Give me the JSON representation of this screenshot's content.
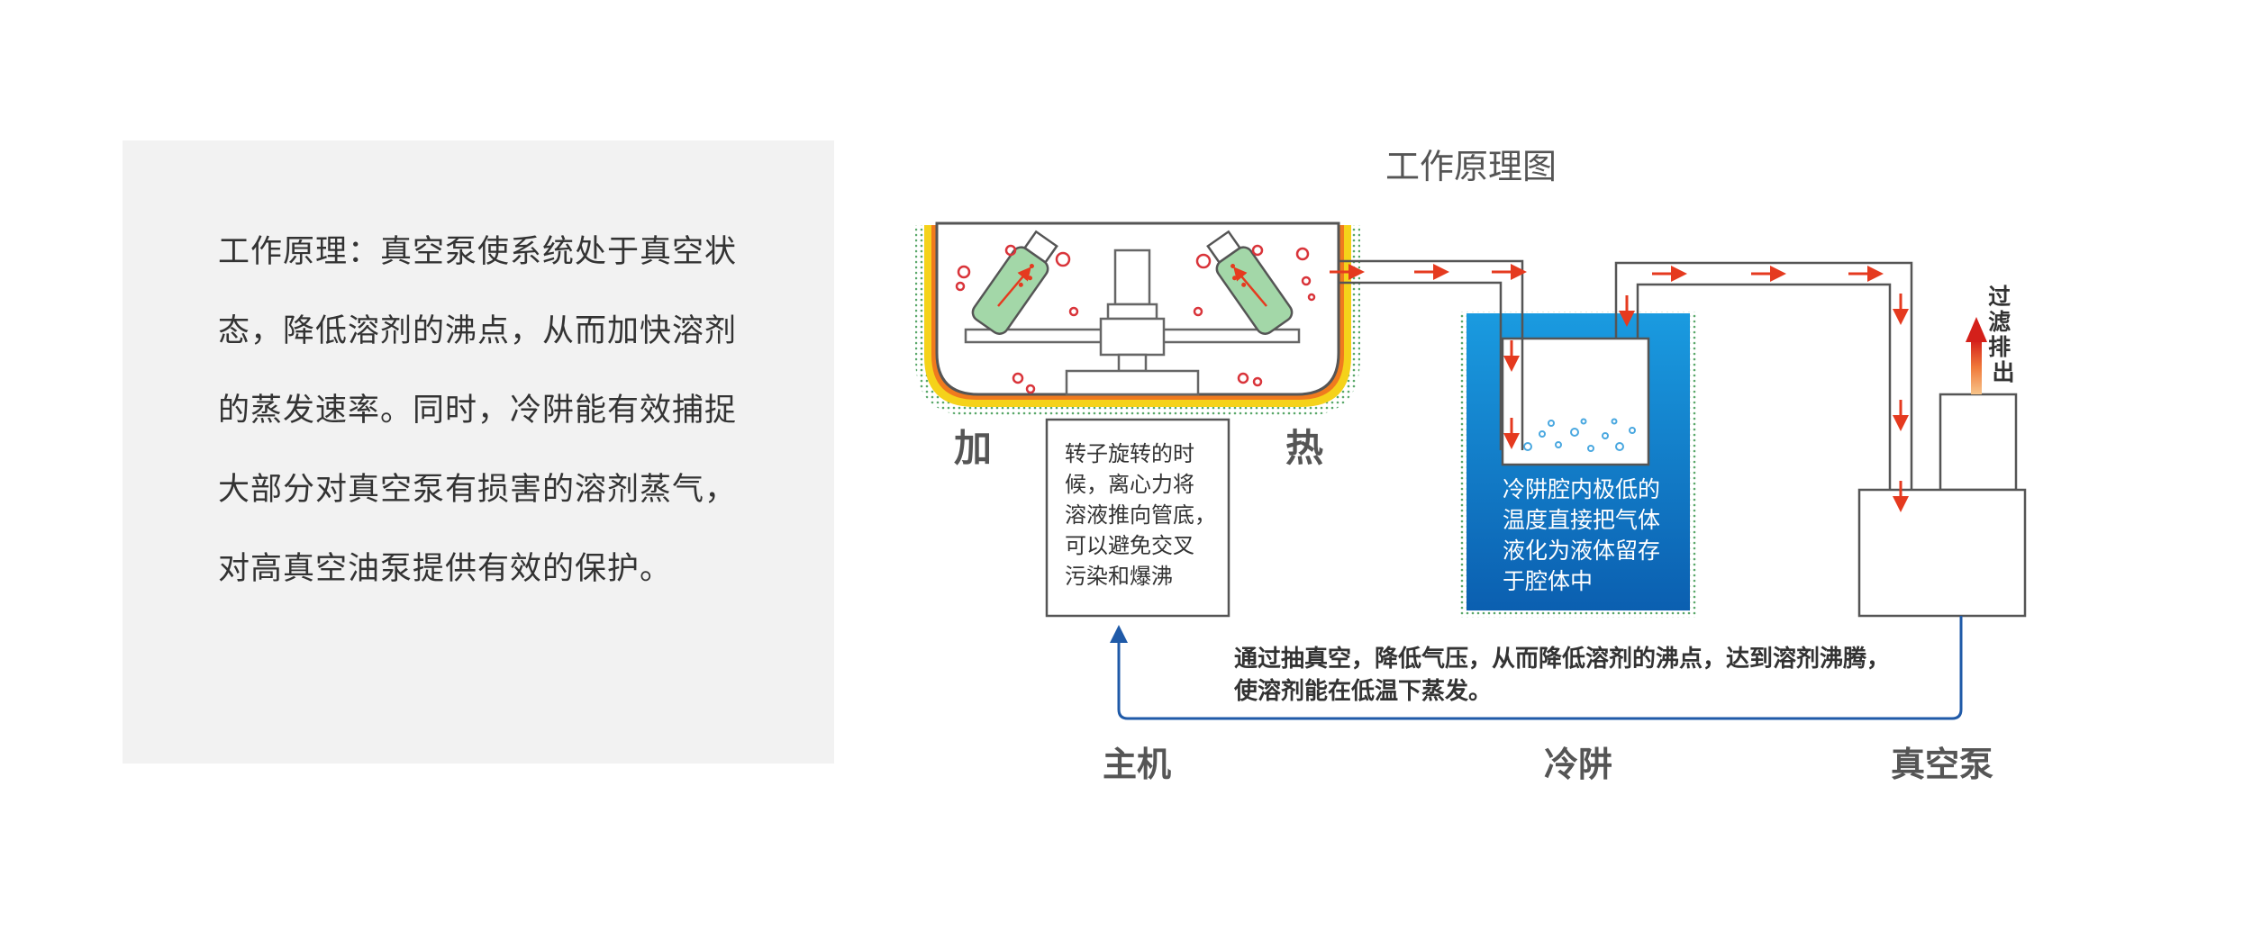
{
  "left_panel": {
    "text": "工作原理：真空泵使系统处于真空状态，降低溶剂的沸点，从而加快溶剂的蒸发速率。同时，冷阱能有效捕捉大部分对真空泵有损害的溶剂蒸气，对高真空油泵提供有效的保护。"
  },
  "diagram": {
    "title": "工作原理图",
    "heat_label_left": "加",
    "heat_label_right": "热",
    "rotor_note_lines": [
      "转子旋转的时",
      "候，离心力将",
      "溶液推向管底，",
      "可以避免交叉",
      "污染和爆沸"
    ],
    "trap_note_lines": [
      "冷阱腔内极低的",
      "温度直接把气体",
      "液化为液体留存",
      "于腔体中"
    ],
    "exhaust_label_chars": [
      "过",
      "滤",
      "排",
      "出"
    ],
    "vacuum_note_lines": [
      "通过抽真空，降低气压，从而降低溶剂的沸点，达到溶剂沸腾，",
      "使溶剂能在低温下蒸发。"
    ],
    "label_host": "主机",
    "label_trap": "冷阱",
    "label_pump": "真空泵"
  },
  "colors": {
    "arrow_red": "#e53a1f",
    "trap_blue": "#1a8fd8",
    "trap_blue_dark": "#0b5fb0",
    "return_line": "#1f5aa8",
    "heater_orange": "#f07a1e",
    "heater_yellow": "#f5d21a",
    "tube_green": "#a3d7a8"
  }
}
